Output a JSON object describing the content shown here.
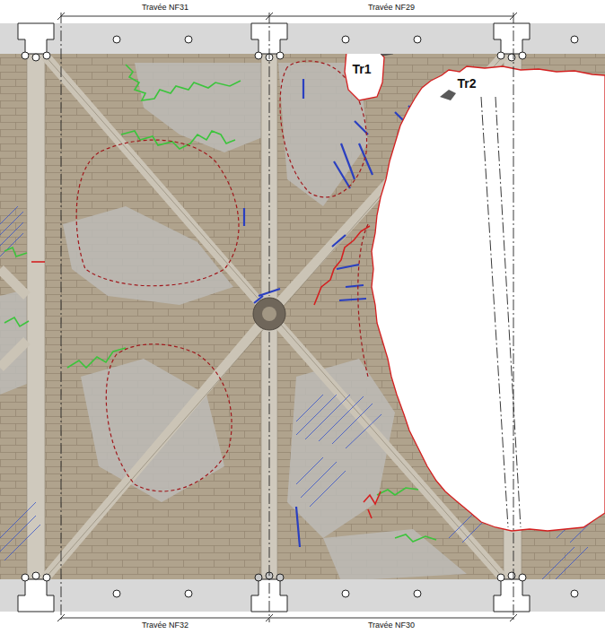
{
  "diagram": {
    "labels": [
      "Travée NF31",
      "Travée NF29",
      "Tr1",
      "Tr2",
      "Travée NF32",
      "Travée NF30"
    ]
  }
}
